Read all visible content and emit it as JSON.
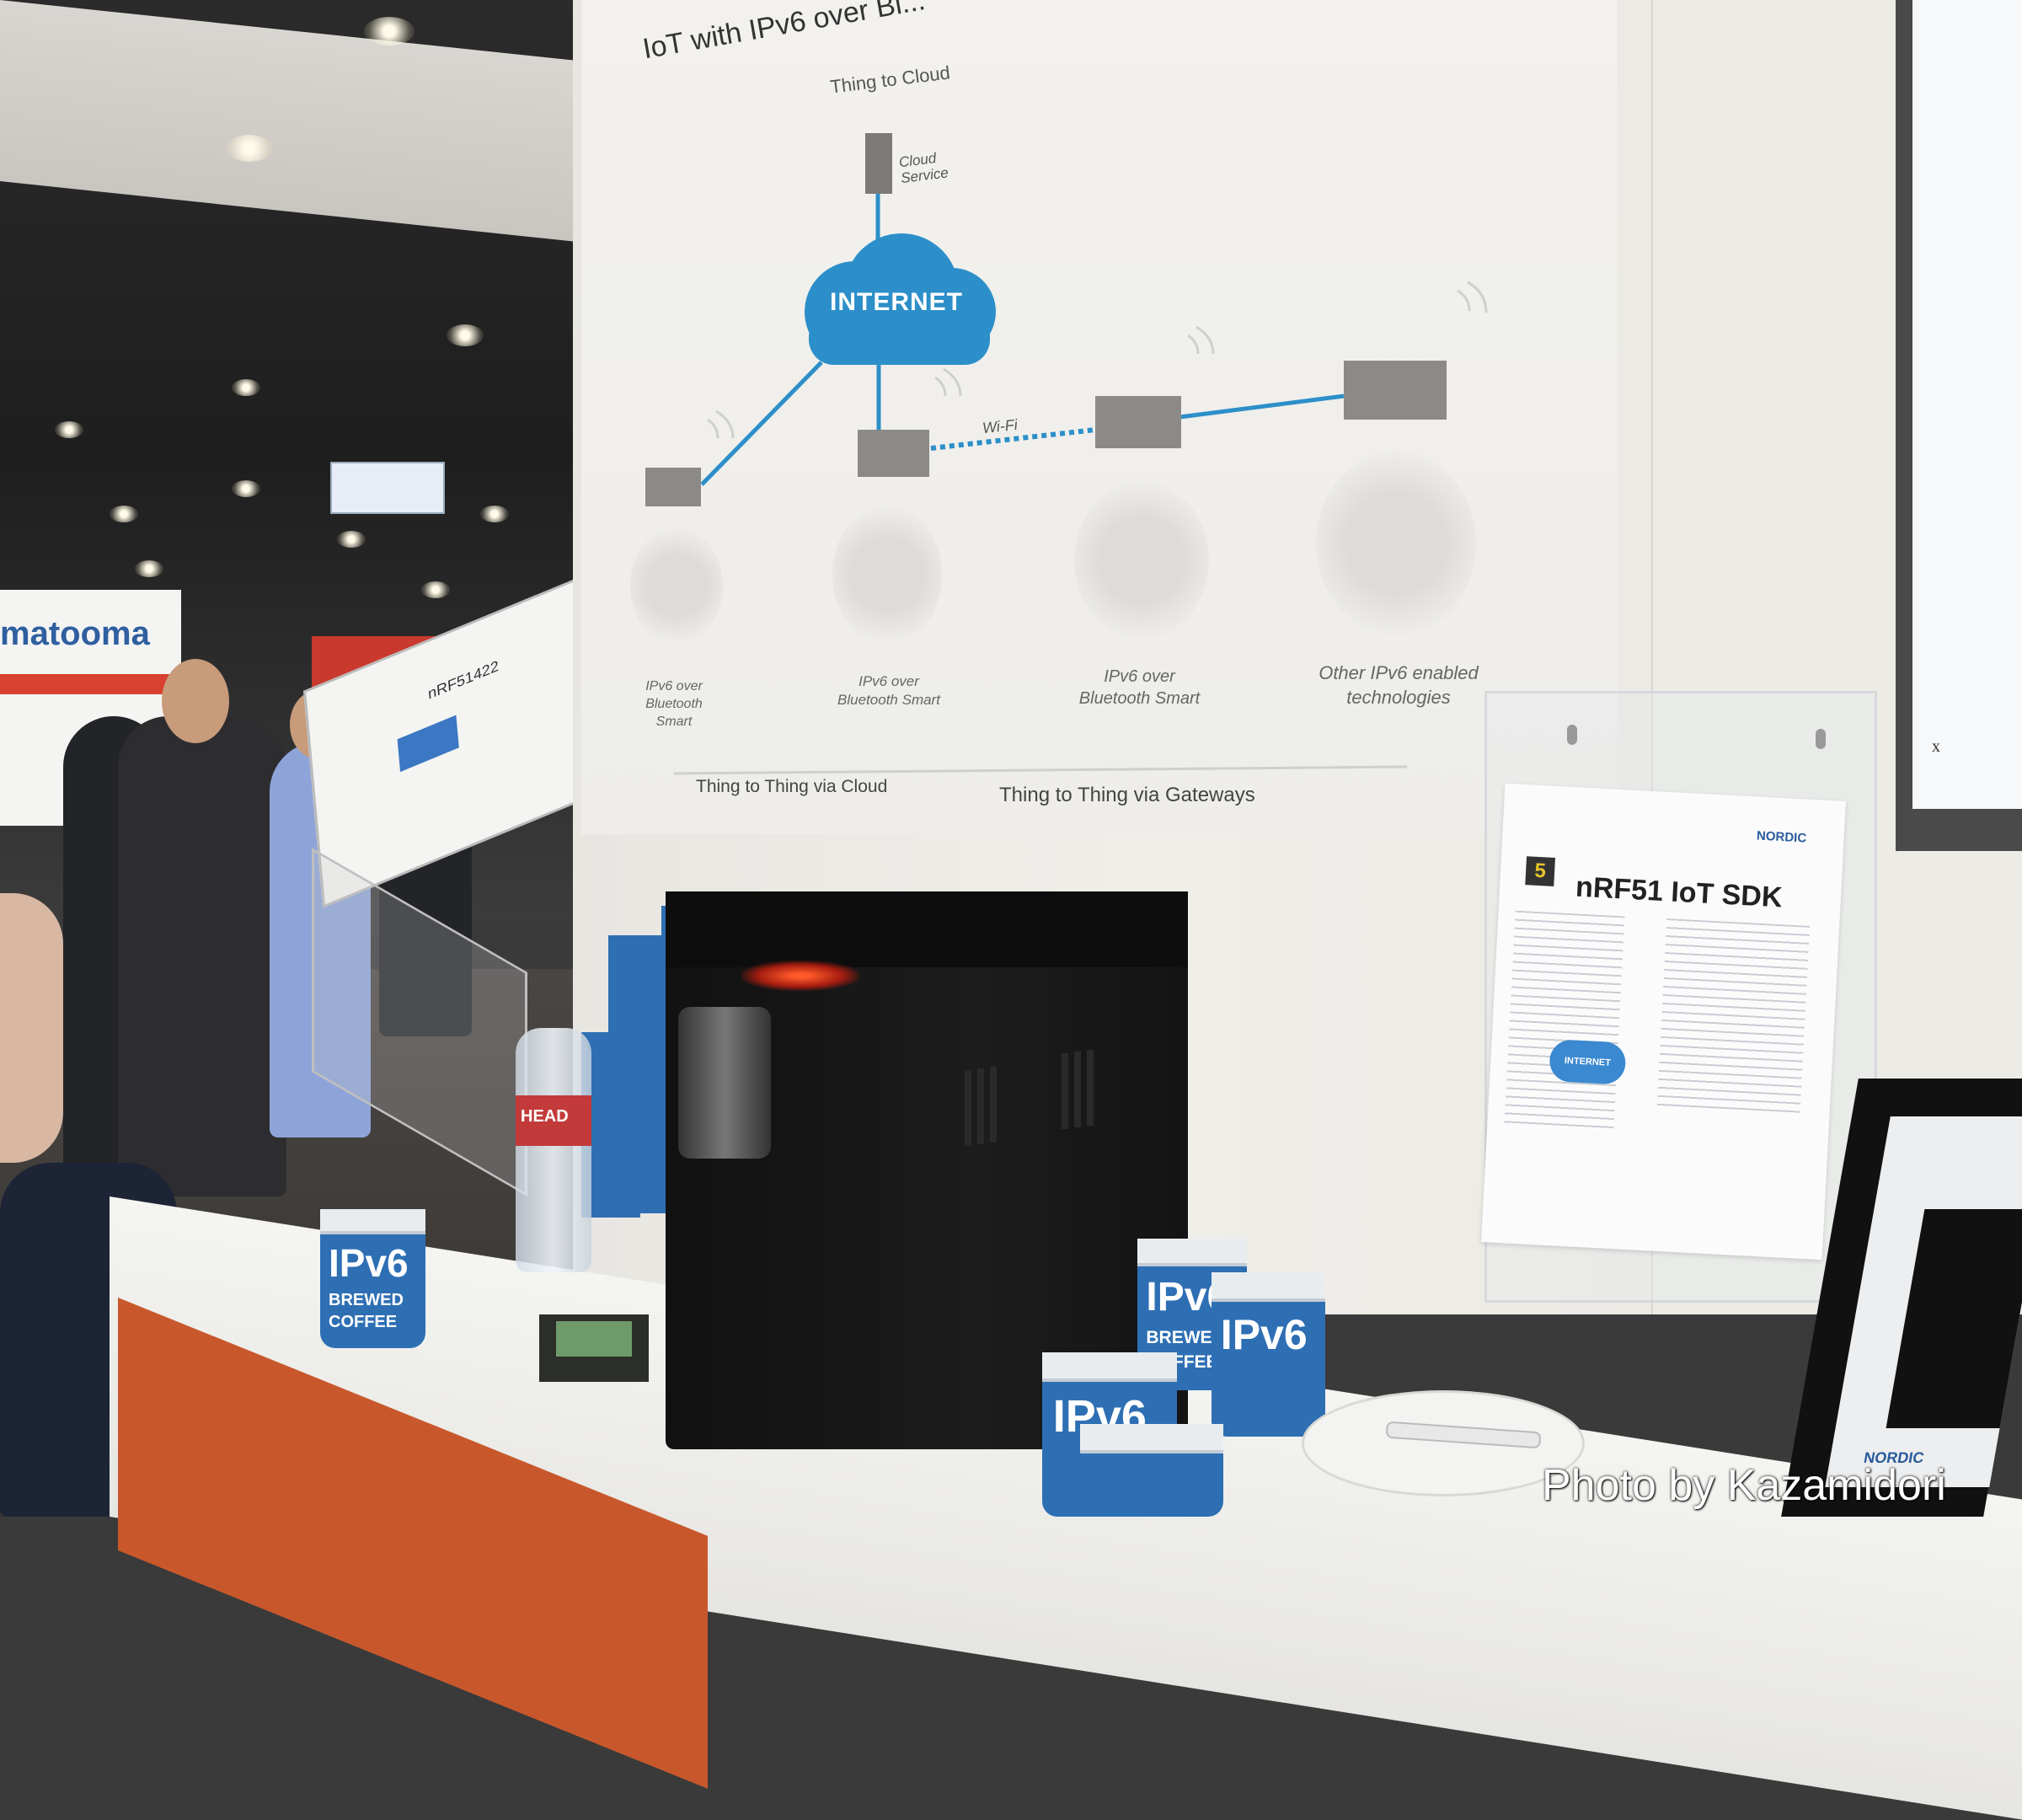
{
  "poster": {
    "title": "IoT with IPv6 over Bl...",
    "thing_to_cloud": "Thing to Cloud",
    "cloud_service": "Cloud Service",
    "internet": "INTERNET",
    "wifi": "Wi-Fi",
    "tech_labels": [
      "IPv6 over Bluetooth Smart",
      "IPv6 over Bluetooth Smart",
      "IPv6 over Bluetooth Smart",
      "Other IPv6 enabled technologies"
    ],
    "thing_to_thing_cloud": "Thing to Thing via Cloud",
    "thing_to_thing_gateways": "Thing to Thing via Gateways"
  },
  "flyer": {
    "badge": "5",
    "title": "nRF51 IoT SDK",
    "brand": "NORDIC",
    "internet": "INTERNET"
  },
  "hall": {
    "banner": "matooma",
    "easel_title": "nRF51422"
  },
  "cups": {
    "line1": "IPv6",
    "line2": "BREWED",
    "line3": "COFFEE"
  },
  "bottle_label": "HEAD",
  "monitor_text": "x",
  "laptop_brand": "NORDIC",
  "credit": "Photo by Kazamidori",
  "colors": {
    "accent": "#2c8fc9",
    "cup": "#2e6fb4",
    "counter_edge": "#c8582c"
  }
}
